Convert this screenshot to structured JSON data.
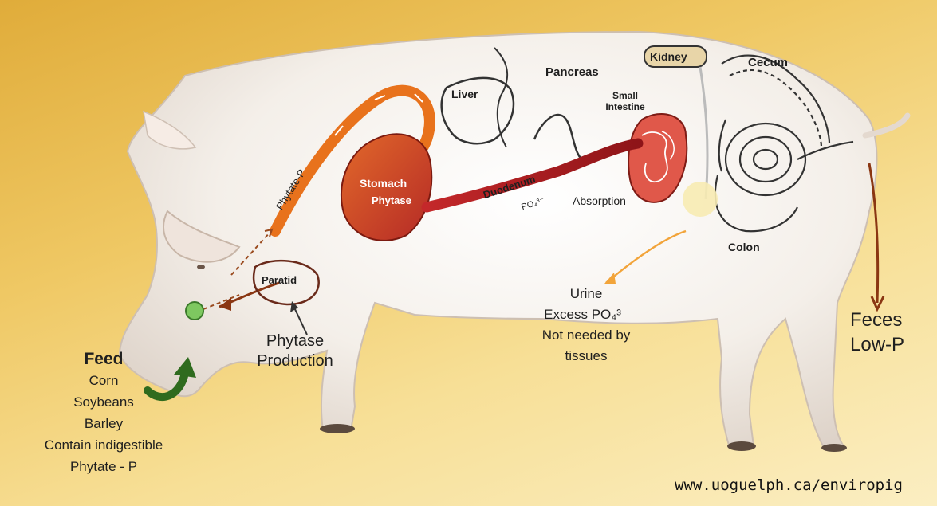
{
  "organs": {
    "liver": "Liver",
    "pancreas": "Pancreas",
    "kidney": "Kidney",
    "cecum": "Cecum",
    "small_intestine": "Small Intestine",
    "stomach": "Stomach",
    "phytase_in_stomach": "Phytase",
    "duodenum": "Duodenum",
    "duodenum_sub": "PO₄³⁻",
    "absorption": "Absorption",
    "colon": "Colon",
    "paratid": "Paratid",
    "phytate_p": "Phytate-P"
  },
  "feed": {
    "title": "Feed",
    "lines": [
      "Corn",
      "Soybeans",
      "Barley",
      "Contain indigestible",
      "Phytate - P"
    ]
  },
  "phytase_production": [
    "Phytase",
    "Production"
  ],
  "urine": [
    "Urine",
    "Excess PO₄³⁻",
    "Not needed by",
    "tissues"
  ],
  "feces": [
    "Feces",
    "Low-P"
  ],
  "source": "www.uoguelph.ca/enviropig",
  "colors": {
    "background_top": "#e0ac3a",
    "background_bottom": "#fbeec2",
    "phytate_tube": "#e8721c",
    "stomach": "#c9452a",
    "duodenum": "#a8191f",
    "intestine": "#e0584a",
    "feces_arrow": "#8a3612",
    "urine_arrow": "#f2a43a",
    "feed_arrow": "#2f6b1e",
    "kidney_fill": "#e8d5a8"
  }
}
